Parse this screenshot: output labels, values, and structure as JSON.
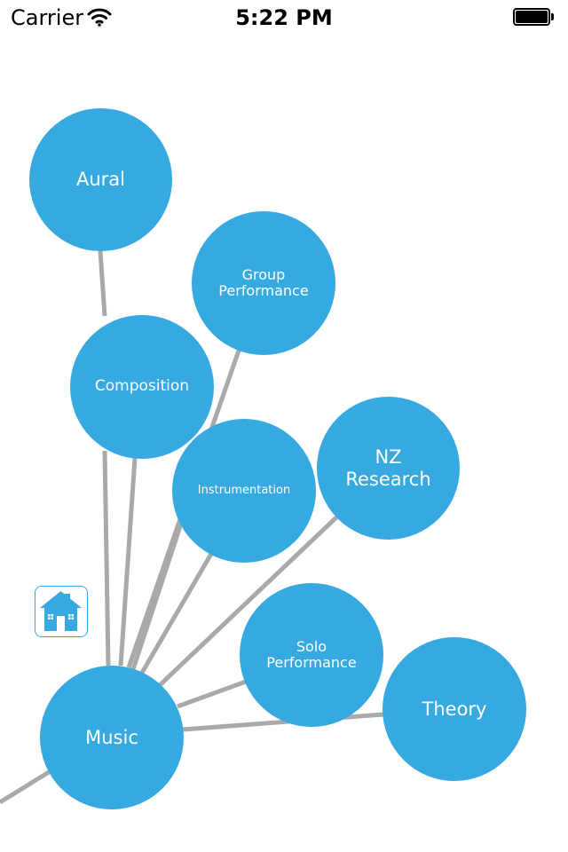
{
  "status_bar": {
    "carrier": "Carrier",
    "time": "5:22 PM"
  },
  "colors": {
    "node": "#35a9e0",
    "link": "#a9a9a9",
    "text": "#ffffff"
  },
  "home": {
    "icon": "home-icon"
  },
  "nodes": [
    {
      "id": "aural",
      "label": "Aural"
    },
    {
      "id": "group-performance",
      "label": "Group\nPerformance"
    },
    {
      "id": "composition",
      "label": "Composition"
    },
    {
      "id": "instrumentation",
      "label": "Instrumentation"
    },
    {
      "id": "nz-research",
      "label": "NZ\nResearch"
    },
    {
      "id": "solo-performance",
      "label": "Solo\nPerformance"
    },
    {
      "id": "theory",
      "label": "Theory"
    },
    {
      "id": "music",
      "label": "Music"
    }
  ]
}
